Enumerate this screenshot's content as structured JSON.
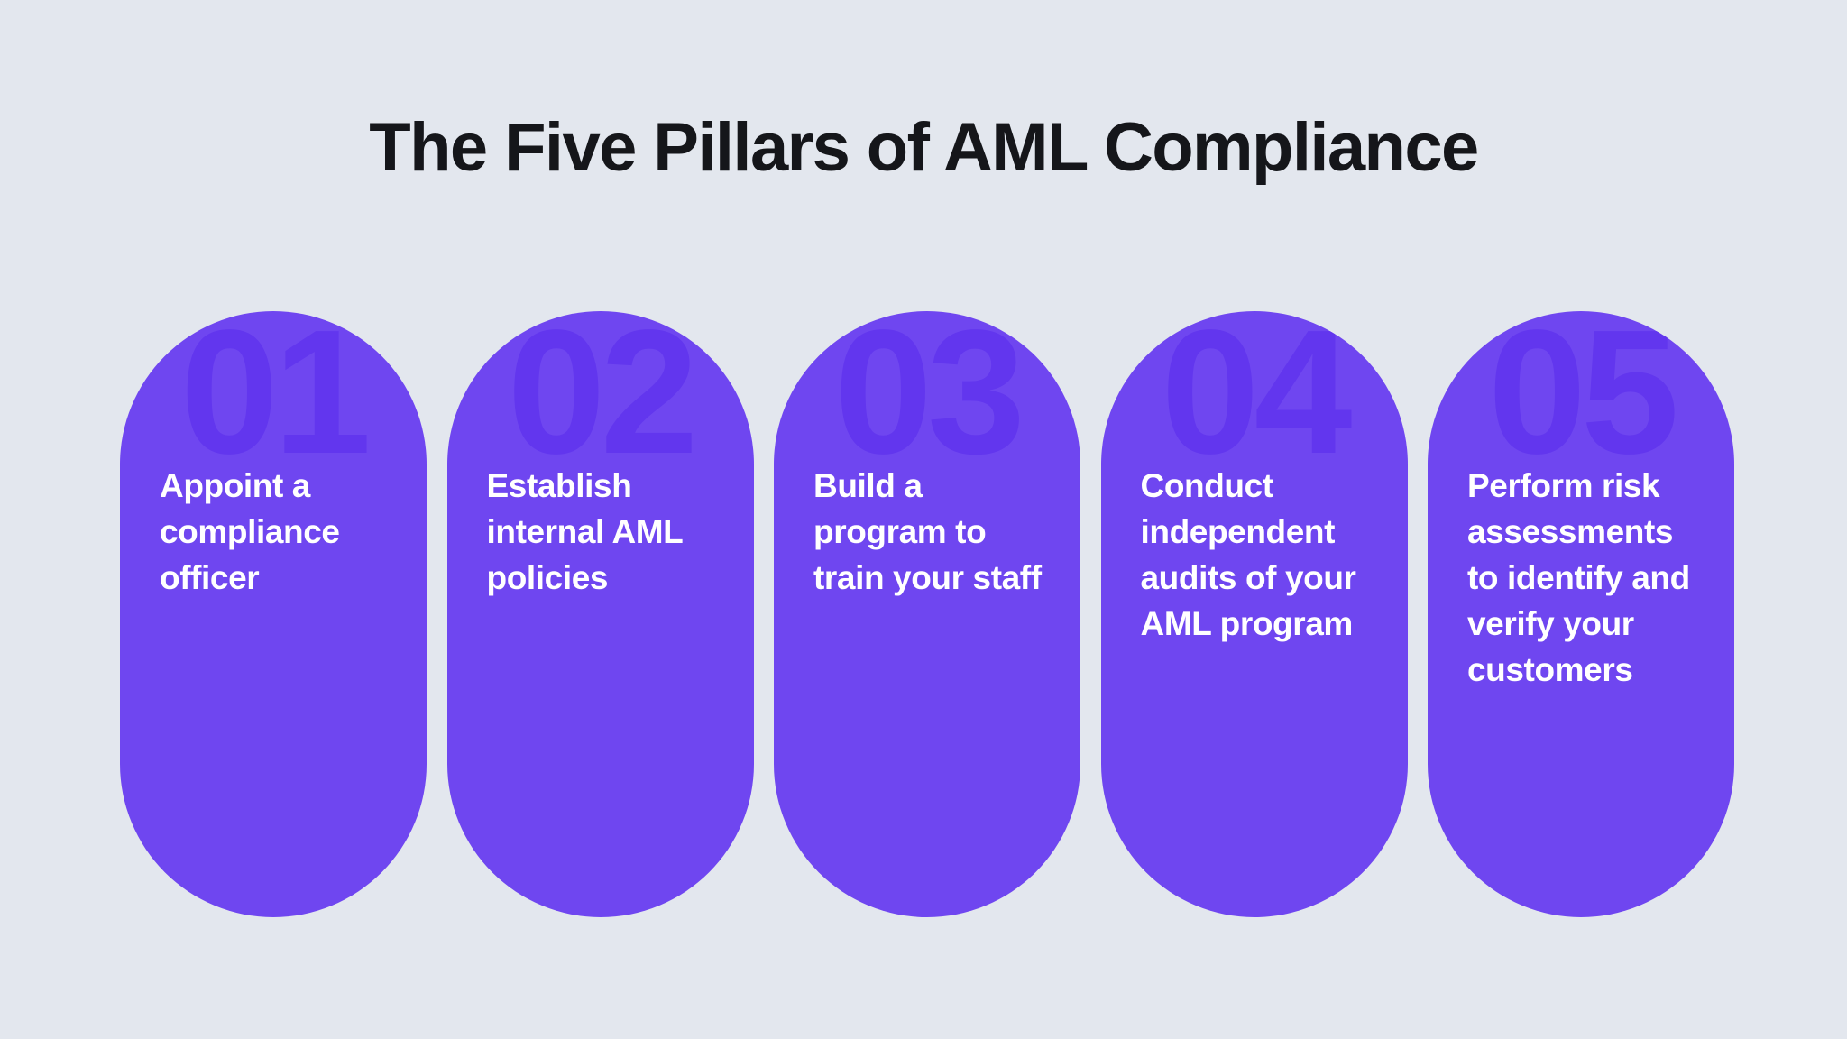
{
  "header": {
    "title": "The Five Pillars of AML Compliance"
  },
  "colors": {
    "background": "#e3e7ee",
    "card": "#6f46f0",
    "card_number": "#6236ee",
    "title_text": "#15161a",
    "card_text": "#ffffff"
  },
  "pillars": [
    {
      "number": "01",
      "text": "Appoint a compliance officer"
    },
    {
      "number": "02",
      "text": "Establish internal AML policies"
    },
    {
      "number": "03",
      "text": "Build a program to train your staff"
    },
    {
      "number": "04",
      "text": "Conduct independent audits of your AML program"
    },
    {
      "number": "05",
      "text": "Perform risk assessments to identify and verify your customers"
    }
  ]
}
